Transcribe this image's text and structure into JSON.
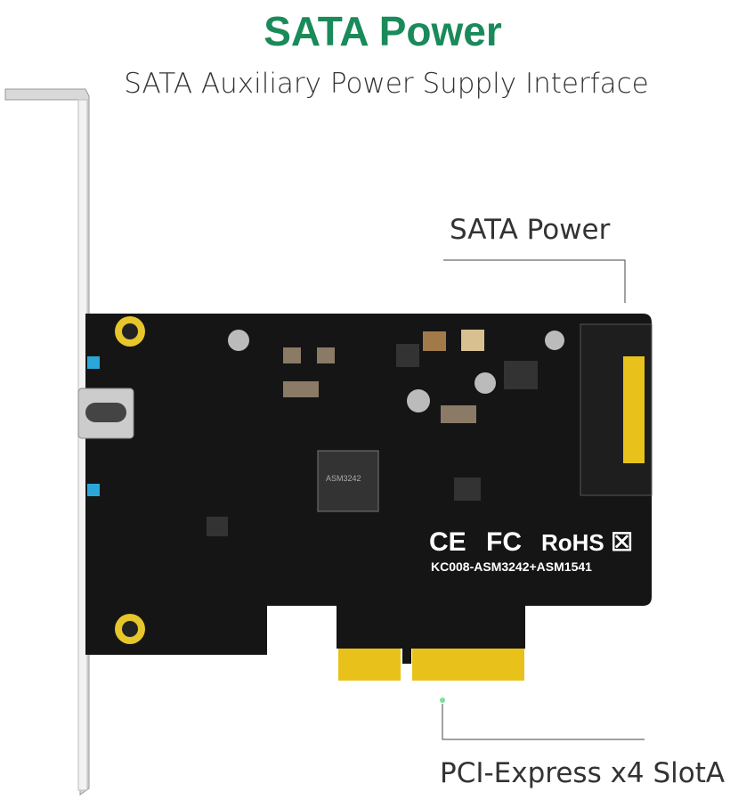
{
  "title": "SATA Power",
  "subtitle": "SATA Auxiliary Power Supply Interface",
  "callouts": {
    "sata_power": "SATA Power",
    "pcie_slot": "PCI-Express x4 SlotA"
  },
  "board": {
    "marks": [
      "CE",
      "FC",
      "RoHS"
    ],
    "model": "KC008-ASM3242+ASM1541",
    "chip_label": "ASM3242"
  },
  "colors": {
    "title": "#1a8a5a",
    "pcb": "#151515",
    "gold": "#e8c21a"
  }
}
